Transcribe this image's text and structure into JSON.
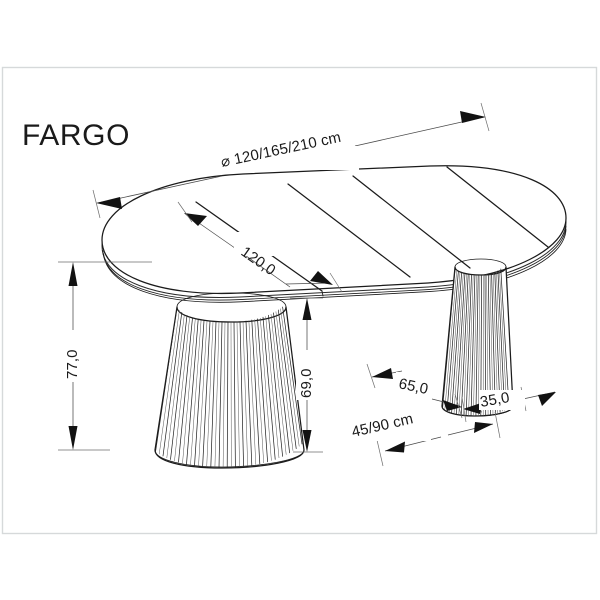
{
  "document": {
    "kind": "technical-dimension-drawing",
    "product_title": "FARGO",
    "frame_color": "#d6d9da",
    "line_color": "#1b1b1b",
    "background": "#ffffff"
  },
  "dimensions": {
    "diameter_label": "⌀ 120/165/210 cm",
    "top_width_label": "120,0",
    "height_total_label": "77,0",
    "height_under_top_label": "69,0",
    "base_spread_label": "65,0",
    "leg_width_label": "35,0",
    "extension_label": "45/90 cm"
  },
  "labels": [
    {
      "id": "diameter",
      "text": "⌀ 120/165/210 cm",
      "value": "120/165/210",
      "unit": "cm"
    },
    {
      "id": "top-width",
      "text": "120,0",
      "value": "120.0",
      "unit": "cm"
    },
    {
      "id": "total-height",
      "text": "77,0",
      "value": "77.0",
      "unit": "cm"
    },
    {
      "id": "apron-height",
      "text": "69,0",
      "value": "69.0",
      "unit": "cm"
    },
    {
      "id": "base-spread",
      "text": "65,0",
      "value": "65.0",
      "unit": "cm"
    },
    {
      "id": "leg-width",
      "text": "35,0",
      "value": "35.0",
      "unit": "cm"
    },
    {
      "id": "extension",
      "text": "45/90 cm",
      "value": "45/90",
      "unit": "cm"
    }
  ],
  "icons": {
    "diameter_symbol": "diameter-icon",
    "arrow": "arrow-head-icon"
  },
  "product": {
    "type": "extendable oval dining table",
    "tabletop_shape": "oval with two extension leaves",
    "base_type": "fluted conical pedestal",
    "pedestal_count": 2
  }
}
